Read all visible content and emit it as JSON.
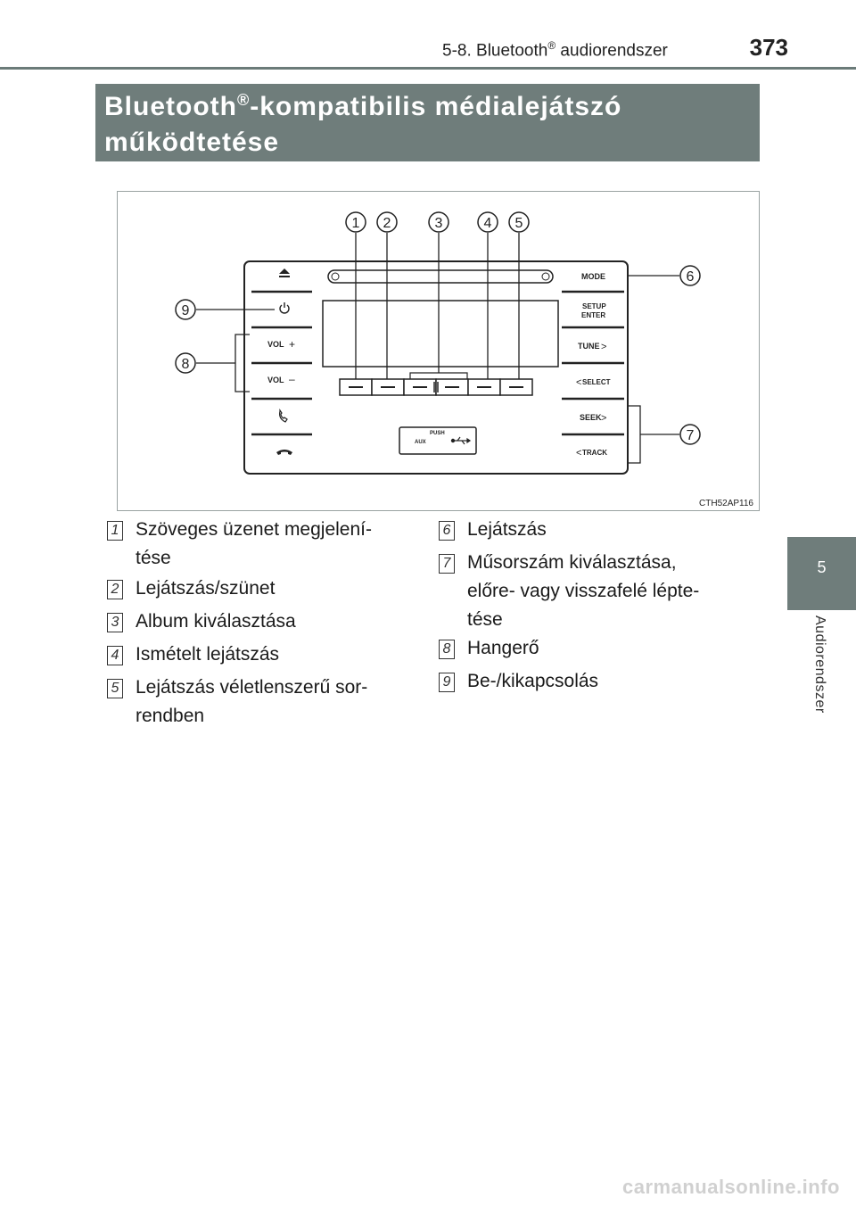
{
  "header": {
    "section_prefix": "5-8. Bluetooth",
    "section_sup": "®",
    "section_suffix": " audiorendszer",
    "page_number": "373"
  },
  "title": {
    "part1": "Bluetooth",
    "sup": "®",
    "part2": "-kompatibilis médialejátszó működtetése"
  },
  "side_tab": {
    "chapter": "5",
    "label": "Audiorendszer"
  },
  "figure": {
    "code": "CTH52AP116",
    "callouts": [
      "1",
      "2",
      "3",
      "4",
      "5",
      "6",
      "7",
      "8",
      "9"
    ],
    "left_buttons": {
      "vol_up": "VOL",
      "vol_down": "VOL"
    },
    "right_buttons": {
      "mode": "MODE",
      "setup": "SETUP",
      "enter": "ENTER",
      "tune": "TUNE",
      "select": "SELECT",
      "seek": "SEEK",
      "track": "TRACK"
    },
    "usb": {
      "push": "PUSH",
      "aux": "AUX"
    }
  },
  "legend": {
    "left": [
      {
        "num": "1",
        "lines": [
          "Szöveges üzenet megjelení-",
          "tése"
        ]
      },
      {
        "num": "2",
        "lines": [
          "Lejátszás/szünet"
        ]
      },
      {
        "num": "3",
        "lines": [
          "Album kiválasztása"
        ]
      },
      {
        "num": "4",
        "lines": [
          "Ismételt lejátszás"
        ]
      },
      {
        "num": "5",
        "lines": [
          "Lejátszás véletlenszerű sor-",
          "rendben"
        ]
      }
    ],
    "right": [
      {
        "num": "6",
        "lines": [
          "Lejátszás"
        ]
      },
      {
        "num": "7",
        "lines": [
          "Műsorszám kiválasztása,",
          "előre- vagy visszafelé lépte-",
          "tése"
        ]
      },
      {
        "num": "8",
        "lines": [
          "Hangerő"
        ]
      },
      {
        "num": "9",
        "lines": [
          "Be-/kikapcsolás"
        ]
      }
    ]
  },
  "footer": {
    "watermark": "carmanualsonline.info"
  }
}
